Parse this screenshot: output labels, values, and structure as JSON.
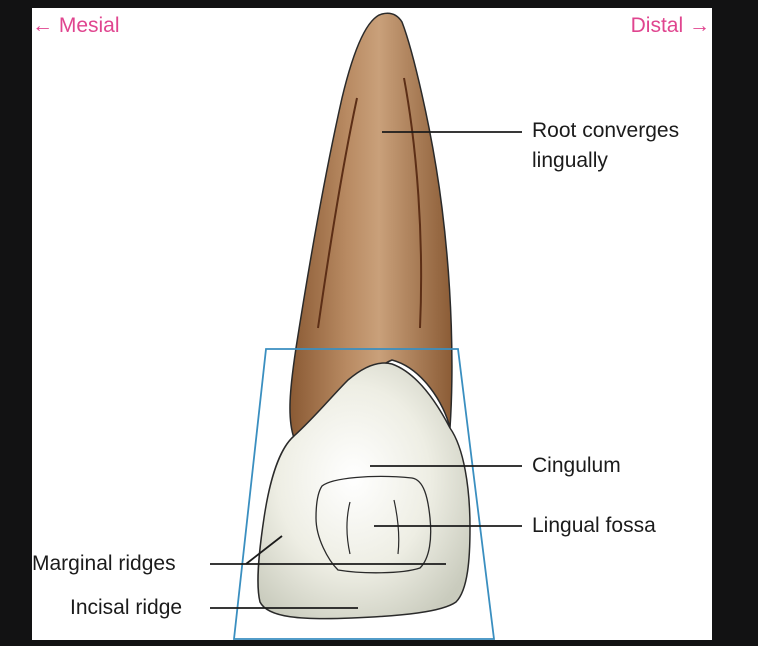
{
  "directions": {
    "left": "← Mesial",
    "right": "Distal →"
  },
  "labels": {
    "root": [
      "Root converges",
      "lingually"
    ],
    "cingulum": "Cingulum",
    "lingual_fossa": "Lingual fossa",
    "marginal_ridges": "Marginal ridges",
    "incisal_ridge": "Incisal ridge"
  },
  "colors": {
    "direction_text": "#e0458f",
    "outline_box": "#3a8fc0",
    "root": "#a87850",
    "crown": "#e8e8de"
  }
}
